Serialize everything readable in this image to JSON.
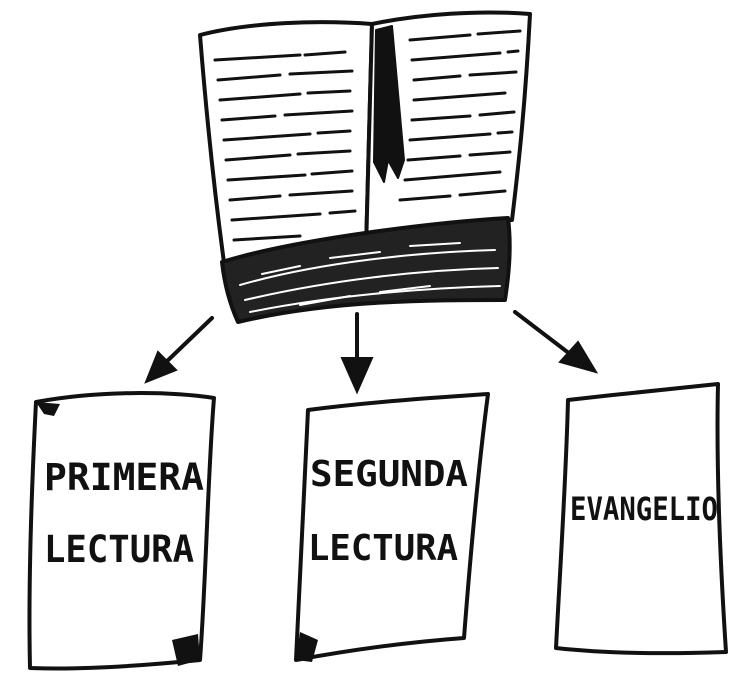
{
  "illustration": {
    "ink_color": "#111111",
    "background_color": "#ffffff",
    "center": {
      "icon": "open-book-icon"
    },
    "documents": [
      {
        "line1": "PRIMERA",
        "line2": "LECTURA"
      },
      {
        "line1": "SEGUNDA",
        "line2": "LECTURA"
      },
      {
        "line1": "EVANGELIO",
        "line2": ""
      }
    ]
  }
}
